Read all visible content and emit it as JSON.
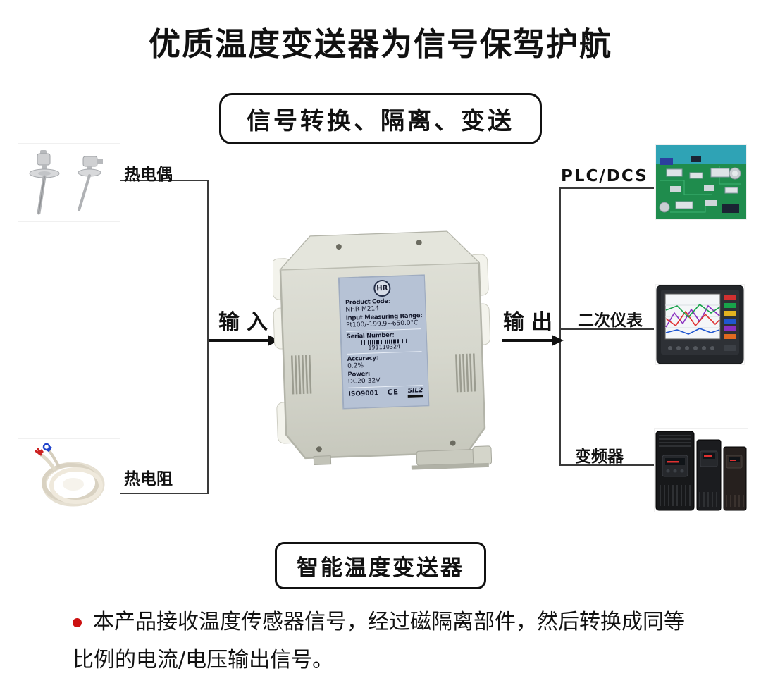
{
  "header": {
    "title": "优质温度变送器为信号保驾护航"
  },
  "banner": {
    "text": "信号转换、隔离、变送"
  },
  "flow": {
    "input_label": "输入",
    "output_label": "输出",
    "sources": [
      {
        "label": "热电偶"
      },
      {
        "label": "热电阻"
      }
    ],
    "destinations": [
      {
        "label": "PLC/DCS"
      },
      {
        "label": "二次仪表"
      },
      {
        "label": "变频器"
      }
    ]
  },
  "device": {
    "brand": "HR",
    "fields": [
      {
        "label": "Product Code:",
        "value": "NHR-M214"
      },
      {
        "label": "Input Measuring Range:",
        "value": "Pt100/-199.9~650.0°C"
      },
      {
        "label": "Serial Number:",
        "value": "191110324"
      },
      {
        "label": "Accuracy:",
        "value": "0.2%"
      },
      {
        "label": "Power:",
        "value": "DC20-32V"
      }
    ],
    "certs": {
      "iso": "ISO9001",
      "ce": "CE",
      "sil": "SIL2"
    }
  },
  "footer_box": {
    "text": "智能温度变送器"
  },
  "description": {
    "text": "本产品接收温度传感器信号，经过磁隔离部件，然后转换成同等比例的电流/电压输出信号。"
  },
  "colors": {
    "bullet": "#cc1111",
    "label_bg": "#b6c2d5",
    "line": "#3a3a3a",
    "arrow": "#111111"
  }
}
